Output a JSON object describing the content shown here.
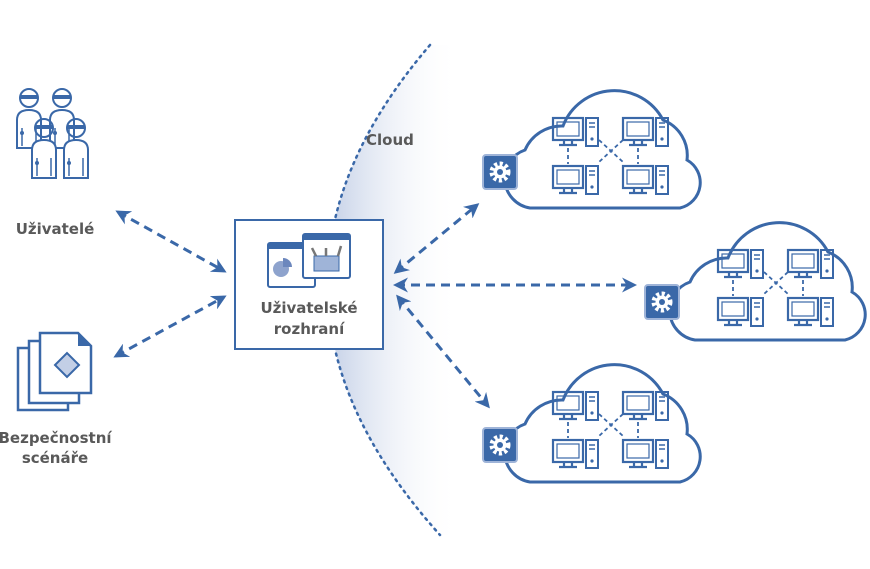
{
  "labels": {
    "cloud": "Cloud",
    "users": "Uživatelé",
    "scenarios_line1": "Bezpečnostní",
    "scenarios_line2": "scénáře",
    "ui_line1": "Uživatelské",
    "ui_line2": "rozhraní"
  },
  "colors": {
    "accent": "#3a68a8",
    "text": "#595959",
    "cloud_shade": "#c3cfe6"
  },
  "icons": [
    "users-icon",
    "documents-icon",
    "window-chart-icon",
    "toolbox-icon",
    "cloud-icon",
    "gear-icon",
    "computer-icon"
  ]
}
